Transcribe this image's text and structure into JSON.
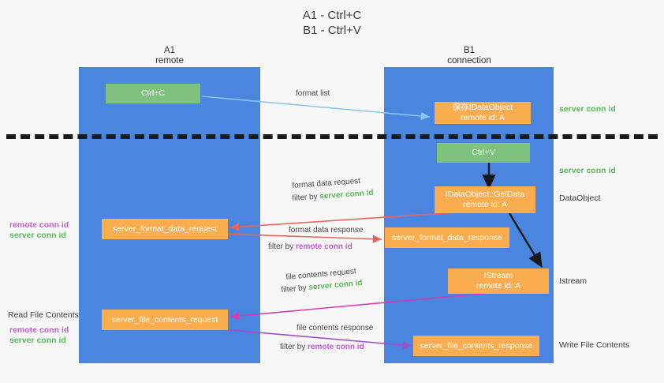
{
  "title": {
    "line1": "A1 - Ctrl+C",
    "line2": "B1 - Ctrl+V"
  },
  "lanes": [
    {
      "name": "A1",
      "sub": "remote"
    },
    {
      "name": "B1",
      "sub": "connection"
    }
  ],
  "boxes": {
    "ctrl_c": {
      "label": "Ctrl+C"
    },
    "save_idataobject": {
      "label": "保存IDataObject",
      "sub": "remote id: A"
    },
    "ctrl_v": {
      "label": "Ctrl+V"
    },
    "getdata": {
      "label": "IDataObject::GetData",
      "sub": "remote id: A"
    },
    "istream": {
      "label": "IStream",
      "sub": "remote id: A"
    },
    "format_data_request": {
      "label": "server_format_data_request"
    },
    "format_data_response": {
      "label": "server_format_data_response"
    },
    "file_contents_request": {
      "label": "server_file_contents_request"
    },
    "file_contents_response": {
      "label": "server_file_contents_response"
    }
  },
  "right_notes": {
    "server_conn_id_1": "server conn id",
    "server_conn_id_2": "server conn id",
    "dataobject": "DataObject",
    "istream": "Istream",
    "write_file_contents": "Write File Contents"
  },
  "left_notes": {
    "remote_conn_id_1": "remote conn id",
    "server_conn_id_1": "server conn id",
    "read_file_contents": "Read File Contents",
    "remote_conn_id_2": "remote conn id",
    "server_conn_id_2": "server conn id"
  },
  "arrow_labels": {
    "format_list": "format list",
    "format_data_request": "format data request",
    "format_data_request_filter_prefix": "filter by ",
    "format_data_request_filter_value": "server conn id",
    "format_data_response": "format data response",
    "format_data_response_filter_prefix": "filter by ",
    "format_data_response_filter_value": "remote conn id",
    "file_contents_request": "file contents request",
    "file_contents_request_filter_prefix": "filter by ",
    "file_contents_request_filter_value": "server conn id",
    "file_contents_response": "file contents response",
    "file_contents_response_filter_prefix": "filter by ",
    "file_contents_response_filter_value": "remote conn id"
  },
  "colors": {
    "lane": "#4a86e0",
    "green_box": "#7ec27e",
    "orange_box": "#f9ad4e",
    "light_blue_arrow": "#8cc6ea",
    "red_arrow": "#e8645a",
    "magenta_arrow": "#d63bb5",
    "purple_arrow": "#a050c8",
    "black_arrow": "#1a1a1a",
    "green_text": "#5cb85c",
    "purple_text": "#c35bd1"
  }
}
